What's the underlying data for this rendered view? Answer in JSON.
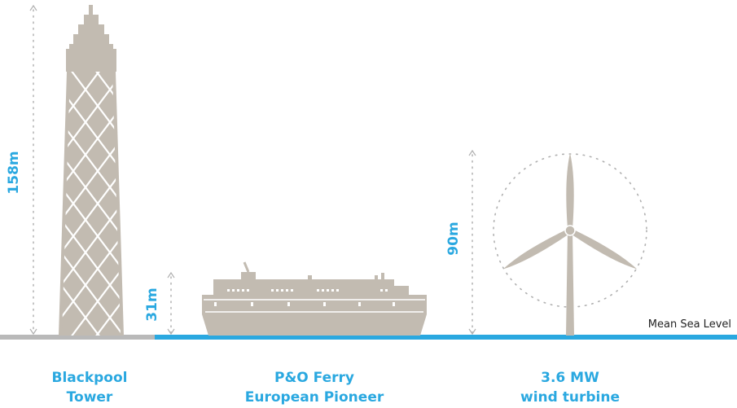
{
  "colors": {
    "structure": "#c2bbb1",
    "lattice": "#ffffff",
    "accent": "#2aa8e0",
    "ground": "#b9b9b9",
    "dots": "#b0b0b0"
  },
  "structures": [
    {
      "height_label": "158m",
      "caption_line1": "Blackpool",
      "caption_line2": "Tower",
      "icon": "tower-icon"
    },
    {
      "height_label": "31m",
      "caption_line1": "P&O Ferry",
      "caption_line2": "European Pioneer",
      "icon": "ferry-icon"
    },
    {
      "height_label": "90m",
      "caption_line1": "3.6 MW",
      "caption_line2": "wind turbine",
      "icon": "wind-turbine-icon"
    }
  ],
  "sea_level_label": "Mean Sea Level"
}
